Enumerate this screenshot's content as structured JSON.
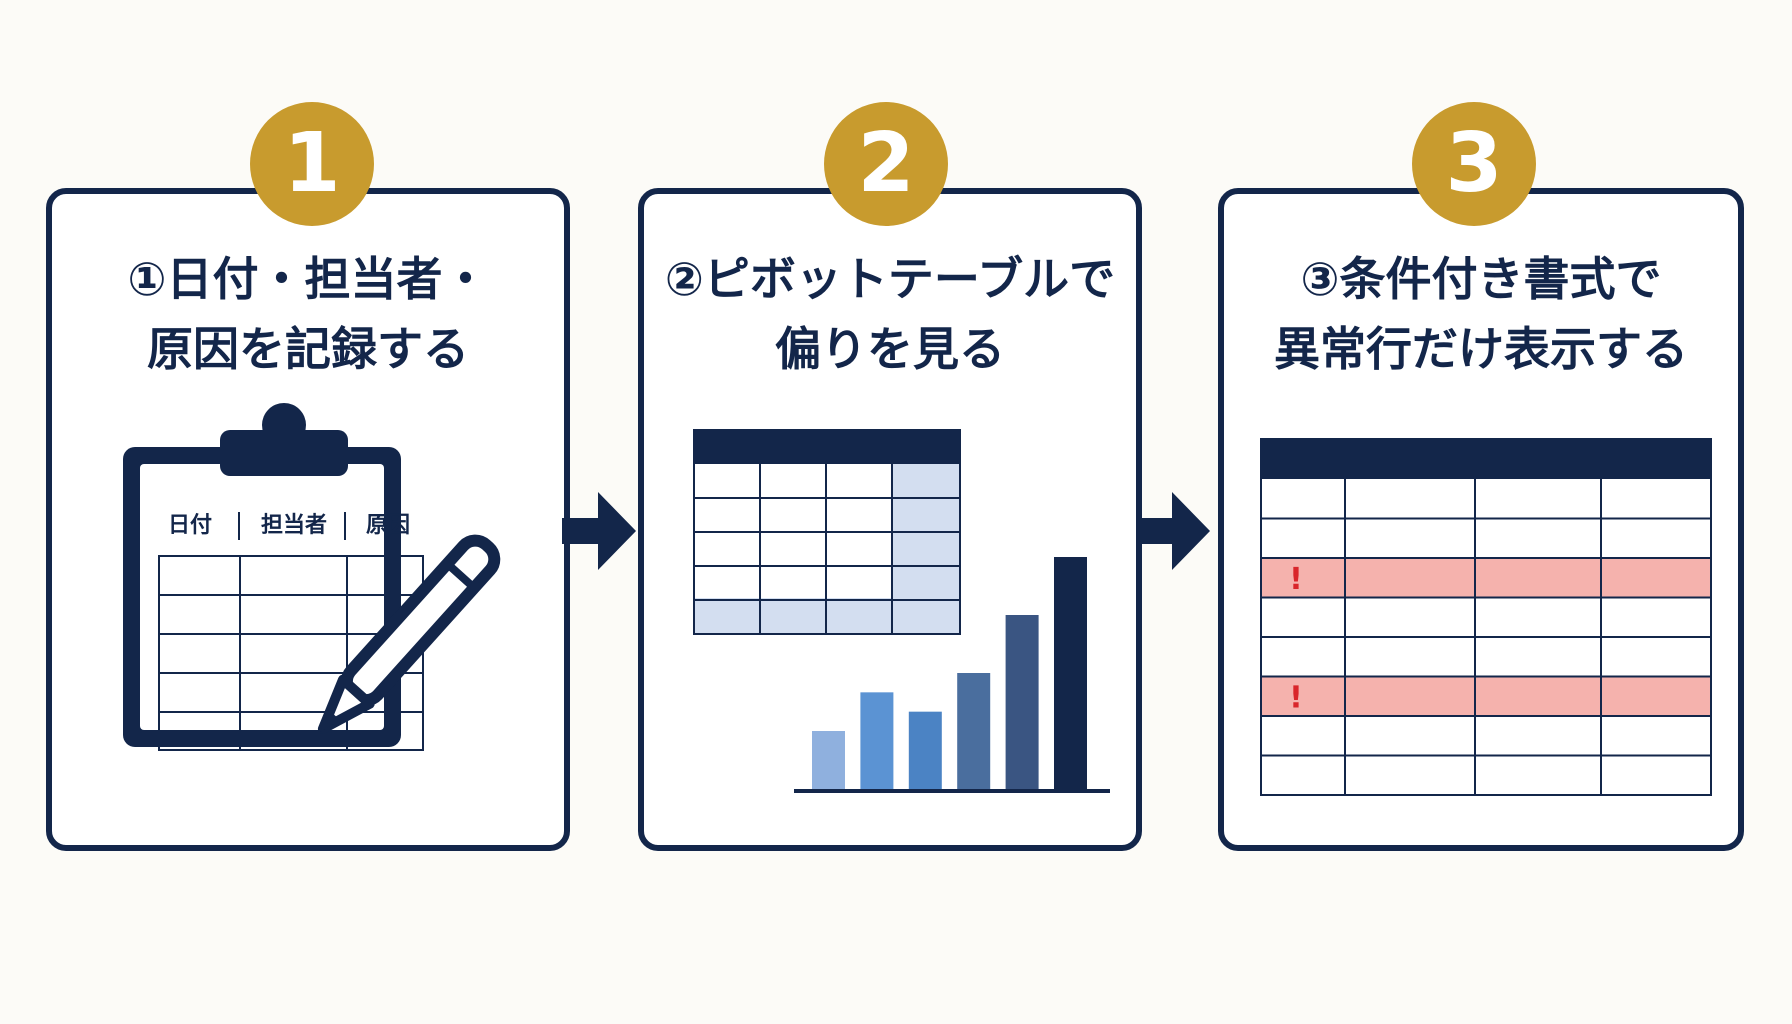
{
  "steps": [
    {
      "number": "1",
      "title_line1": "①日付・担当者・",
      "title_line2": "原因を記録する",
      "table_headers": [
        "日付",
        "担当者",
        "原因"
      ]
    },
    {
      "number": "2",
      "title_line1": "②ピボットテーブルで",
      "title_line2": "偏りを見る",
      "bar_values": [
        3,
        5,
        4,
        6,
        9,
        12
      ]
    },
    {
      "number": "3",
      "title_line1": "③条件付き書式で",
      "title_line2": "異常行だけ表示する",
      "flag_mark": "!",
      "flagged_rows": [
        3,
        6
      ]
    }
  ],
  "colors": {
    "navy": "#13264a",
    "gold": "#c89b2e",
    "light_blue": "#d3def0",
    "highlight": "#f5b2ad",
    "alert": "#d9262b",
    "bars": [
      "#8fb0de",
      "#5b93d3",
      "#4b83c4",
      "#4a6e9e",
      "#3a5582",
      "#13264a"
    ]
  },
  "icons": [
    "clipboard-icon",
    "pen-icon",
    "arrow-right-icon"
  ]
}
